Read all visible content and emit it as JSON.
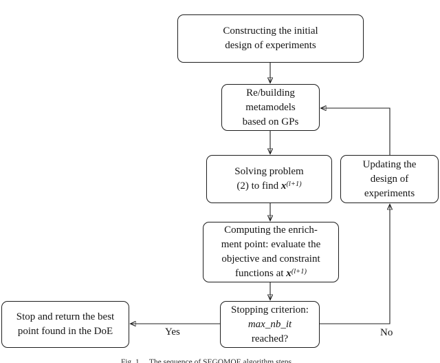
{
  "figure": {
    "caption": "Fig. 1.    The sequence of SEGOMOE algorithm steps"
  },
  "labels": {
    "yes": "Yes",
    "no": "No"
  },
  "boxes": {
    "construct": {
      "line1": "Constructing the initial",
      "line2": "design of experiments"
    },
    "rebuild": {
      "line1": "Re/building",
      "line2": "metamodels",
      "line3": "based on GPs"
    },
    "solve": {
      "line1": "Solving problem",
      "line2_pre": "(2) to find ",
      "x": "x",
      "sup": "(l+1)"
    },
    "compute": {
      "line1": "Computing the enrich-",
      "line2": "ment point: evaluate the",
      "line3": "objective and constraint",
      "line4_pre": "functions at ",
      "x": "x",
      "sup": "(l+1)"
    },
    "criterion": {
      "line1": "Stopping criterion:",
      "line2": "max_nb_it",
      "line3": "reached?"
    },
    "stop": {
      "line1": "Stop and return the best",
      "line2": "point found in the DoE"
    },
    "update": {
      "line1": "Updating the",
      "line2": "design of",
      "line3": "experiments"
    }
  },
  "colors": {
    "stroke": "#1c1c1c",
    "background": "#ffffff"
  }
}
